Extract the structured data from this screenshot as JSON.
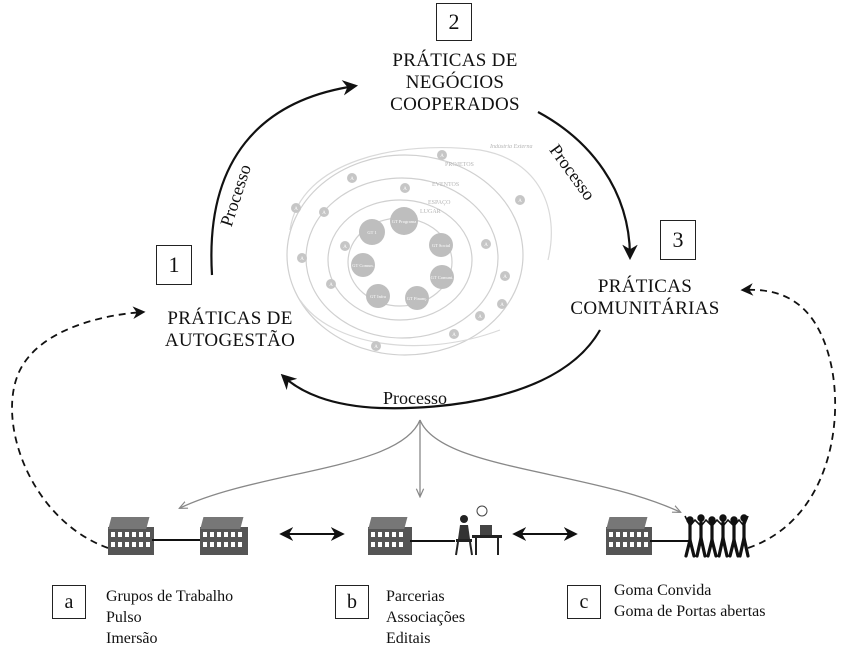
{
  "nodes": [
    {
      "number": "2",
      "title_lines": [
        "PRÁTICAS DE",
        "NEGÓCIOS",
        "COOPERADOS"
      ]
    },
    {
      "number": "1",
      "title_lines": [
        "PRÁTICAS DE",
        "AUTOGESTÃO"
      ]
    },
    {
      "number": "3",
      "title_lines": [
        "PRÁTICAS",
        "COMUNITÁRIAS"
      ]
    }
  ],
  "process_labels": [
    "Processo",
    "Processo",
    "Processo"
  ],
  "center_image": {
    "ring_labels": [
      "PROJETOS",
      "EVENTOS",
      "ESPAÇO",
      "LUGAR"
    ],
    "outer_label": "Indústria Externa",
    "bubbles": [
      "GT Programa",
      "GT Social",
      "GT Comuni.",
      "GT Finanç.",
      "GT Infra",
      "GT Comun.",
      "GT 1"
    ],
    "marker": "A"
  },
  "groups": [
    {
      "letter": "a",
      "items": [
        "Grupos de Trabalho",
        "Pulso",
        "Imersão"
      ],
      "icon": "two-buildings-icon"
    },
    {
      "letter": "b",
      "items": [
        "Parcerias",
        "Associações",
        "Editais"
      ],
      "icon": "building-worker-icon"
    },
    {
      "letter": "c",
      "items": [
        "Goma Convida",
        "Goma de Portas abertas"
      ],
      "icon": "building-community-icon"
    }
  ],
  "colors": {
    "ink": "#111111",
    "faint": "#9a9a9a",
    "bubble": "#8a8a8a"
  }
}
